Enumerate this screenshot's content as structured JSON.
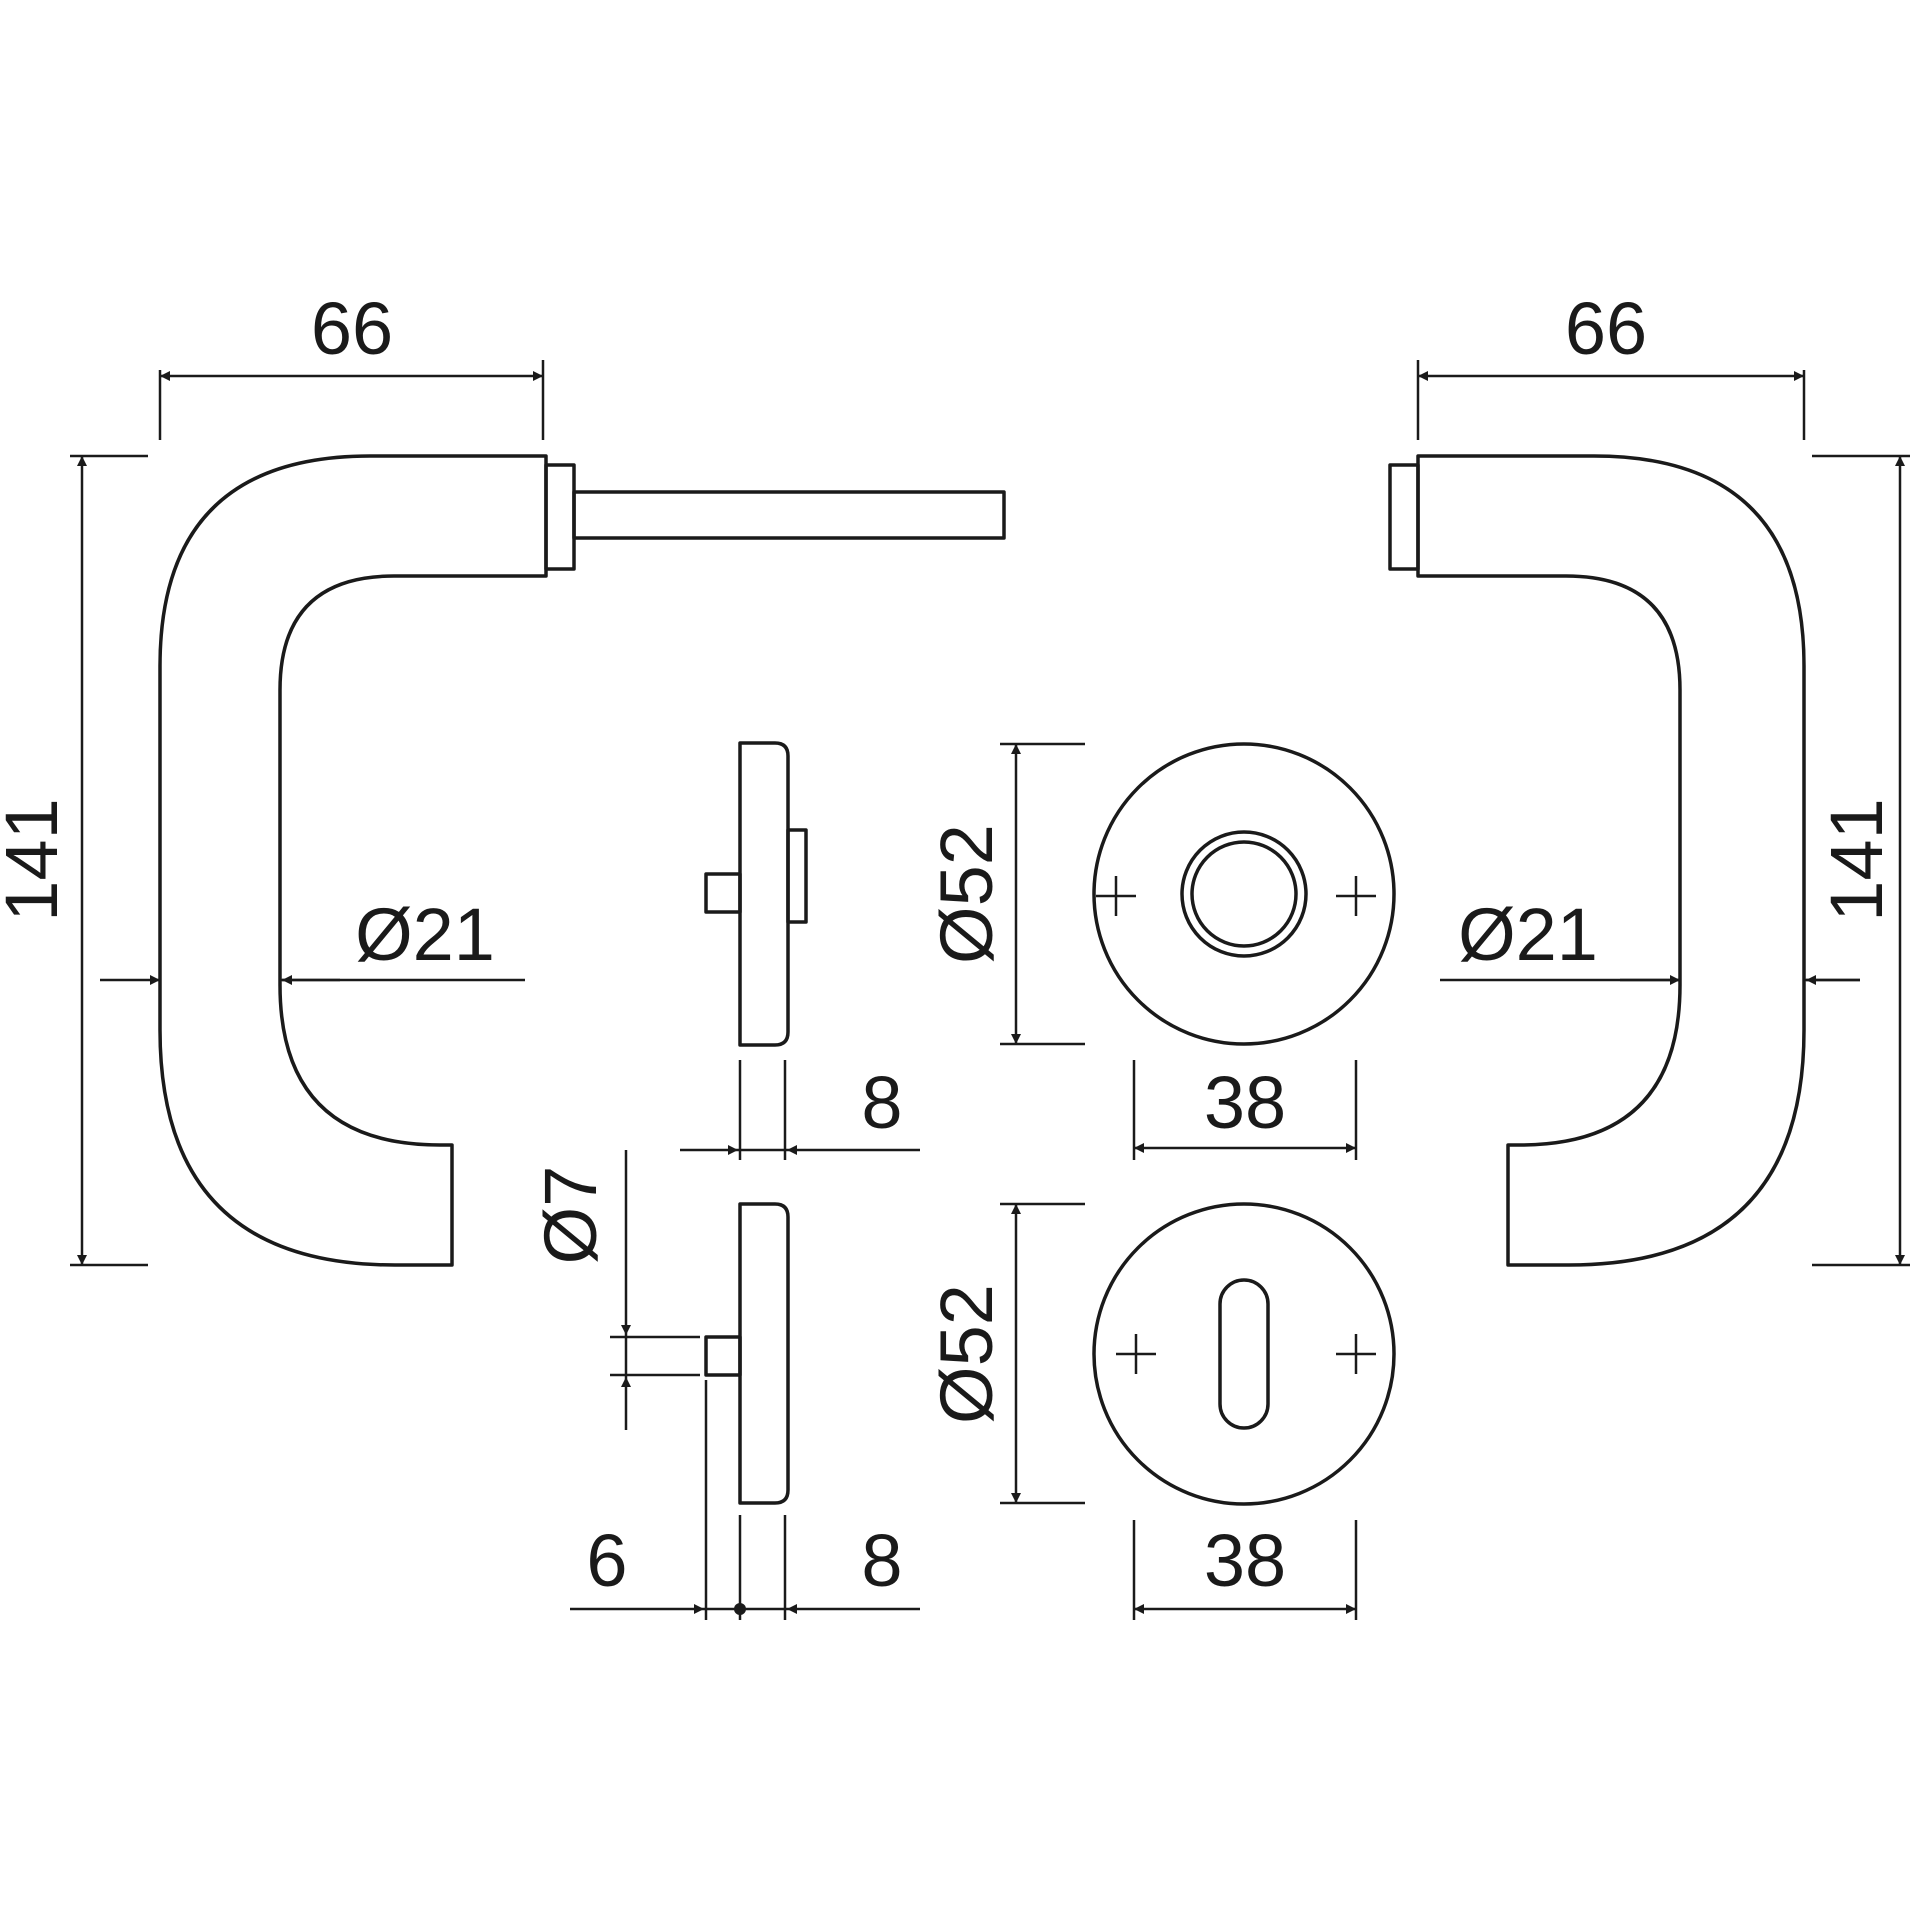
{
  "dimensions": {
    "left_handle_width": "66",
    "left_handle_height": "141",
    "left_handle_diameter": "Ø21",
    "right_handle_width": "66",
    "right_handle_height": "141",
    "right_handle_diameter": "Ø21",
    "rose_side_thickness": "8",
    "rose_diameter": "Ø52",
    "rose_fixing_spacing": "38",
    "keyhole_pin_diameter": "Ø7",
    "keyhole_pin_length": "6",
    "escutcheon_side_thickness": "8",
    "escutcheon_diameter": "Ø52",
    "escutcheon_fixing_spacing": "38"
  },
  "colors": {
    "line": "#1a1a1a",
    "background": "#ffffff"
  }
}
